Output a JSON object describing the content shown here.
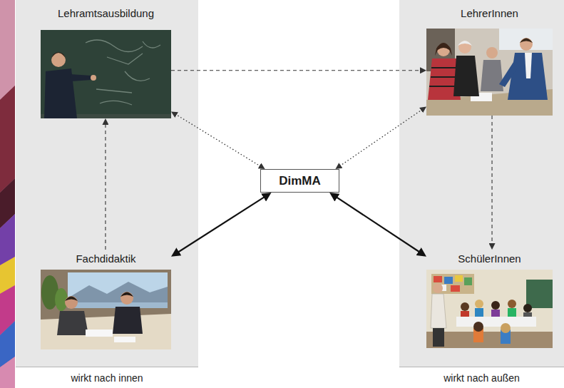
{
  "diagram": {
    "nodes": [
      {
        "text": [
          "wirkt nach innen"
        ]
      },
      {
        "text": [
          "Lehramtsausbildung"
        ],
        "in": 0
      },
      {
        "text": [
          "Fachdidaktik"
        ],
        "in": 0
      },
      {
        "text": [
          "wirkt nach außen"
        ]
      },
      {
        "text": [
          "LehrerInnen"
        ],
        "in": 3
      },
      {
        "text": [
          "SchülerInnen"
        ],
        "in": 3
      },
      {
        "text": [
          "DimMA"
        ]
      }
    ],
    "edges": [
      {
        "from": 1,
        "to": 4,
        "arrow": "to"
      },
      {
        "from": 2,
        "to": 1,
        "arrow": "to"
      },
      {
        "from": 4,
        "to": 5,
        "arrow": "to"
      },
      {
        "from": 1,
        "to": 6,
        "arrow": "both"
      },
      {
        "from": 4,
        "to": 6,
        "arrow": "both"
      },
      {
        "from": 2,
        "to": 6,
        "arrow": "both"
      },
      {
        "from": 6,
        "to": 5,
        "arrow": "both"
      }
    ]
  }
}
